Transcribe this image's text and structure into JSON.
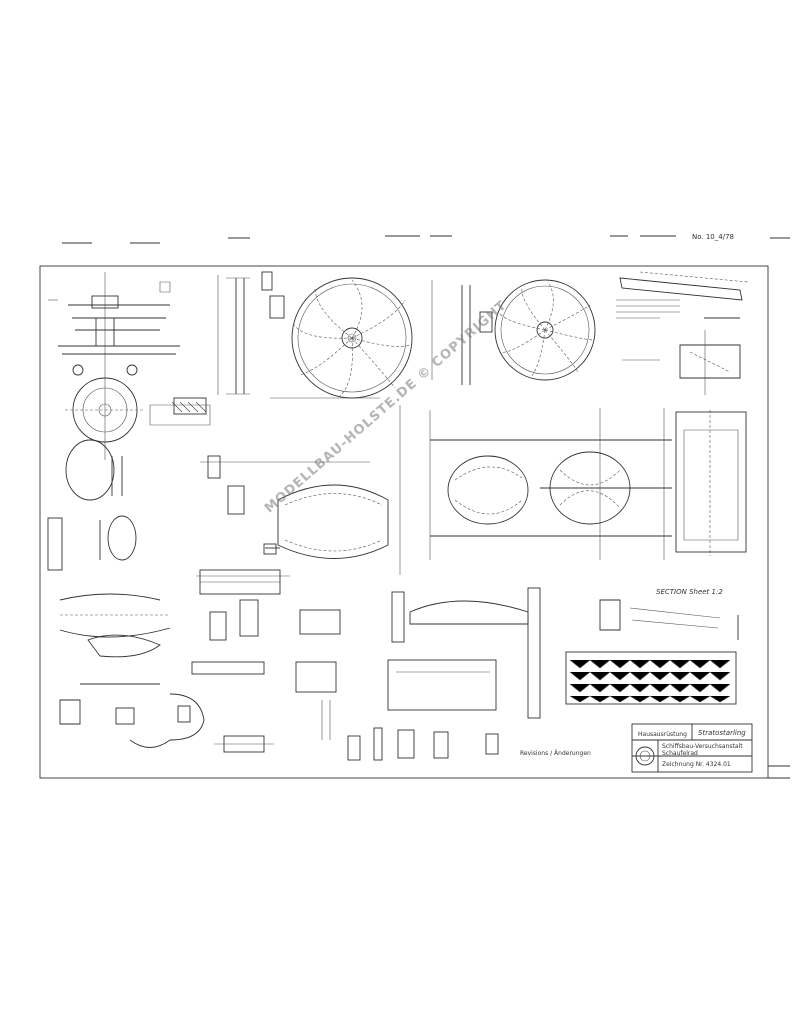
{
  "sheet": {
    "drawing_number": "No. 10_4/78",
    "watermark": "MODELLBAU-HOLSTE.DE © COPYRIGHT",
    "scale_note": "SECTION  Sheet 1:2"
  },
  "title_block": {
    "name_field": "Stratostarling",
    "sub_field": "Hausausrüstung",
    "line1": "Schiffsbau-Versuchsanstalt",
    "line2": "Schaufelrad",
    "drawing_ref": "Zeichnung Nr. 4324.01"
  },
  "notes": {
    "revision_text": "Revisions / Änderungen"
  },
  "colors": {
    "ink": "#333333",
    "paper": "#ffffff"
  }
}
